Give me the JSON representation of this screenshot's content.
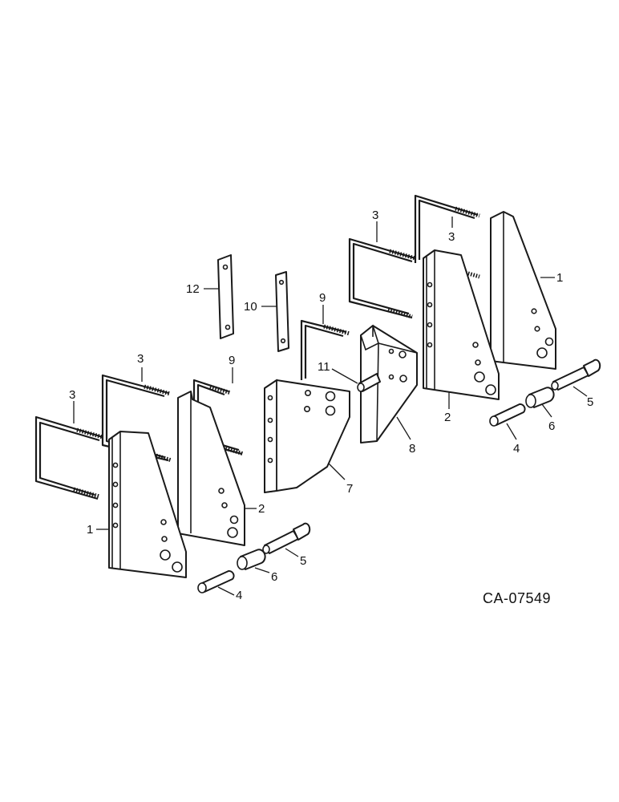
{
  "callouts": {
    "c1_left": "1",
    "c1_right": "1",
    "c2_left": "2",
    "c2_right": "2",
    "c3_a": "3",
    "c3_b": "3",
    "c3_c": "3",
    "c3_d": "3",
    "c4_left": "4",
    "c4_right": "4",
    "c5_left": "5",
    "c5_right": "5",
    "c6_left": "6",
    "c6_right": "6",
    "c7": "7",
    "c8": "8",
    "c9_left": "9",
    "c9_mid": "9",
    "c10": "10",
    "c11": "11",
    "c12": "12"
  },
  "figure_code": "CA-07549"
}
